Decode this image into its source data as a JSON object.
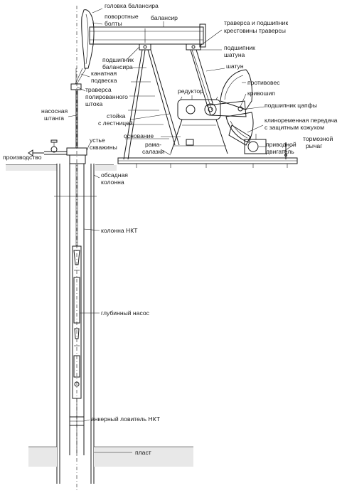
{
  "labels": {
    "horsehead": "головка балансира",
    "swivel_bolts_1": "поворотные",
    "swivel_bolts_2": "болты",
    "beam": "балансир",
    "equalizer_1": "траверса и подшипник",
    "equalizer_2": "крестовины траверсы",
    "pitman_bearing_1": "подшипник",
    "pitman_bearing_2": "шатуна",
    "pitman": "шатун",
    "saddle_bearing_1": "подшипник",
    "saddle_bearing_2": "балансира",
    "bridle_1": "канатная",
    "bridle_2": "подвеска",
    "carrier_bar_1": "траверса",
    "carrier_bar_2": "полированного",
    "carrier_bar_3": "штока",
    "counterweight": "противовес",
    "gear_reducer": "редуктор",
    "crank": "кривошип",
    "sucker_rod_1": "насосная",
    "sucker_rod_2": "штанга",
    "crank_pin_bearing": "подшипник цапфы",
    "samson_post_1": "стойка",
    "samson_post_2": "с лестницей",
    "belt_drive_1": "клиноременная передача",
    "belt_drive_2": "с защитным кожухом",
    "base": "основание",
    "brake_lever_1": "тормозной",
    "brake_lever_2": "рычаг",
    "skid_1": "рама-",
    "skid_2": "салазки",
    "prime_mover_1": "приводной",
    "prime_mover_2": "двигатель",
    "wellhead_1": "устье",
    "wellhead_2": "скважины",
    "production": "производство",
    "casing_1": "обсадная",
    "casing_2": "колонна",
    "tubing": "колонна НКТ",
    "pump": "глубинный насос",
    "anchor": "анкерный ловитель НКТ",
    "formation": "пласт"
  }
}
